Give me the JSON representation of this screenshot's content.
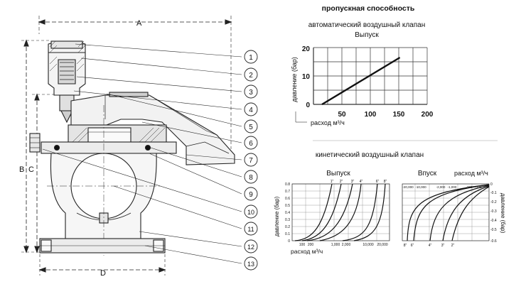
{
  "drawing": {
    "dim_labels": {
      "A": "A",
      "B": "B",
      "C": "C",
      "D": "D"
    },
    "callouts": [
      "1",
      "2",
      "3",
      "4",
      "5",
      "6",
      "7",
      "8",
      "9",
      "10",
      "11",
      "12",
      "13"
    ]
  },
  "capacity": {
    "title": "пропускная способность",
    "auto_valve": {
      "title": "автоматический воздушный клапан",
      "subtitle": "Выпуск",
      "ylabel": "давление (бар)",
      "xlabel": "расход м³/ч",
      "yticks": [
        "20",
        "10",
        "0"
      ],
      "xticks": [
        "50",
        "100",
        "150",
        "200"
      ]
    },
    "kinetic_valve": {
      "title": "кинетический воздушный клапан",
      "outlet_title": "Выпуск",
      "inlet_title": "Впуск",
      "inlet_xlabel": "расход м³/ч",
      "outlet_ylabel": "давление (бар)",
      "outlet_xlabel": "расход м³/ч",
      "inlet_ylabel": "давление (бар)",
      "outlet_yticks": [
        "0.8",
        "0.7",
        "0.6",
        "0.5",
        "0.4",
        "0.3",
        "0.2",
        "0.1",
        "0"
      ],
      "outlet_xticks": [
        "100",
        "200",
        "1,000",
        "2,000",
        "10,000",
        "20,000"
      ],
      "outlet_curve_labels": [
        "1\"",
        "2\"",
        "3\"",
        "4\"",
        "6\"",
        "8\""
      ],
      "inlet_xticks": [
        "-20,000",
        "-10,000",
        "-2,000",
        "-1,000",
        "-200",
        "-100",
        "0"
      ],
      "inlet_yticks": [
        "0",
        "-0.1",
        "-0.2",
        "-0.3",
        "-0.4",
        "-0.5",
        "-0.6"
      ],
      "inlet_curve_labels": [
        "8\"",
        "6\"",
        "4\"",
        "3\"",
        "2\""
      ]
    }
  },
  "chart_data": [
    {
      "type": "line",
      "title": "автоматический воздушный клапан",
      "subtitle": "Выпуск",
      "xlabel": "расход м³/ч",
      "ylabel": "давление (бар)",
      "xlim": [
        0,
        200
      ],
      "ylim": [
        0,
        20
      ],
      "grid": true,
      "series": [
        {
          "x": [
            15,
            152
          ],
          "y": [
            0,
            16.5
          ]
        }
      ]
    }
  ]
}
